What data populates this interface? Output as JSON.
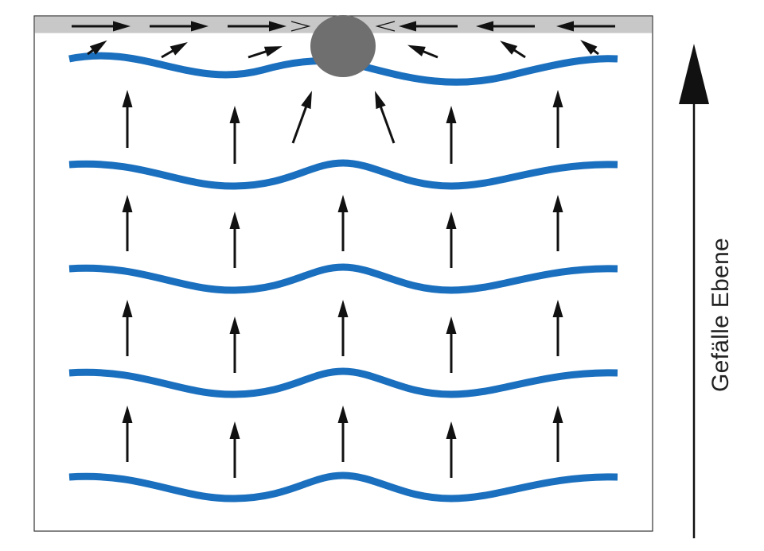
{
  "diagram": {
    "slope_label": "Gefälle Ebene",
    "colors": {
      "water_lines": "#1a6fbe",
      "arrows": "#111111",
      "collector_strip": "#c8c8c8",
      "drain": "#6f6f6f",
      "frame": "#333333"
    },
    "parts": [
      "plane-frame",
      "collector-strip",
      "floor-drain",
      "flow-lines",
      "flow-arrows",
      "slope-arrow"
    ]
  }
}
